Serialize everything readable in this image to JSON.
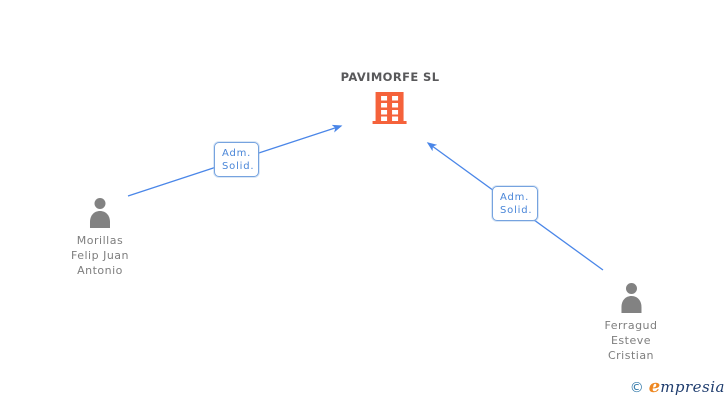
{
  "company": {
    "name": "PAVIMORFE SL",
    "icon": "building-icon"
  },
  "persons": [
    {
      "name_lines": [
        "Morillas",
        "Felip Juan",
        "Antonio"
      ],
      "icon": "person-icon"
    },
    {
      "name_lines": [
        "Ferragud",
        "Esteve",
        "Cristian"
      ],
      "icon": "person-icon"
    }
  ],
  "edges": [
    {
      "from": "Morillas Felip Juan Antonio",
      "to": "PAVIMORFE SL",
      "label_lines": [
        "Adm.",
        "Solid."
      ]
    },
    {
      "from": "Ferragud Esteve Cristian",
      "to": "PAVIMORFE SL",
      "label_lines": [
        "Adm.",
        "Solid."
      ]
    }
  ],
  "footer": {
    "copyright_symbol": "©",
    "brand_initial": "e",
    "brand_rest": "mpresia"
  },
  "colors": {
    "edge_blue": "#4A86E8",
    "label_text_blue": "#4A86D8",
    "label_border_blue": "#76A3DF",
    "building_orange": "#F5623B",
    "person_gray": "#828282",
    "title_gray": "#58585A",
    "name_gray": "#7E7E7E",
    "logo_copyright_blue": "#3178A9",
    "logo_orange": "#EE8822",
    "logo_navy": "#1E3C6E"
  }
}
